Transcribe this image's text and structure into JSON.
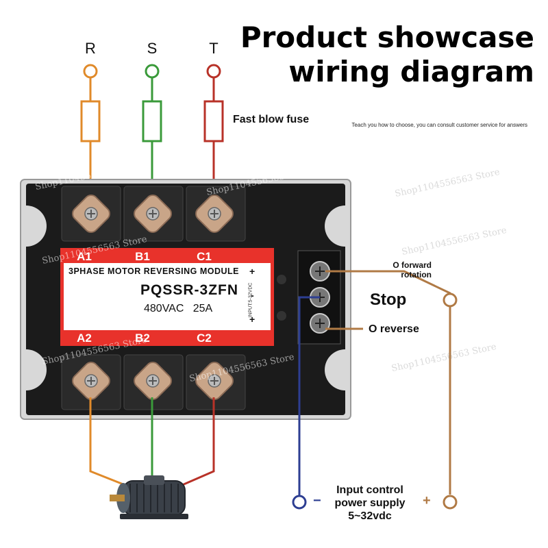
{
  "title": {
    "line1": "Product showcase",
    "line2": "wiring diagram"
  },
  "subnote": "Teach you how to choose, you can consult customer service for answers",
  "phases": [
    "R",
    "S",
    "T"
  ],
  "fuse_label": "Fast blow fuse",
  "module": {
    "top_terminals": [
      "A1",
      "B1",
      "C1"
    ],
    "bottom_terminals": [
      "A2",
      "B2",
      "C2"
    ],
    "type_label": "3PHASE MOTOR REVERSING MODULE",
    "model": "PQSSR-3ZFN",
    "voltage": "480VAC",
    "current": "25A",
    "input_label": "INPUT:5-32VDC",
    "control_signs": [
      "+",
      "-",
      "+"
    ]
  },
  "control": {
    "forward": "O forward rotation",
    "stop": "Stop",
    "reverse": "O reverse"
  },
  "supply": {
    "line1": "Input control",
    "line2": "power supply",
    "line3": "5~32vdc",
    "minus": "−",
    "plus": "+"
  },
  "watermark": "Shop1104556563 Store",
  "colors": {
    "phase_r": "#e08a2a",
    "phase_s": "#3a9a3a",
    "phase_t": "#b83228",
    "control_forward": "#b07a45",
    "control_common": "#2d3e92",
    "module_red": "#e8322b",
    "module_body": "#1b1b1b"
  }
}
